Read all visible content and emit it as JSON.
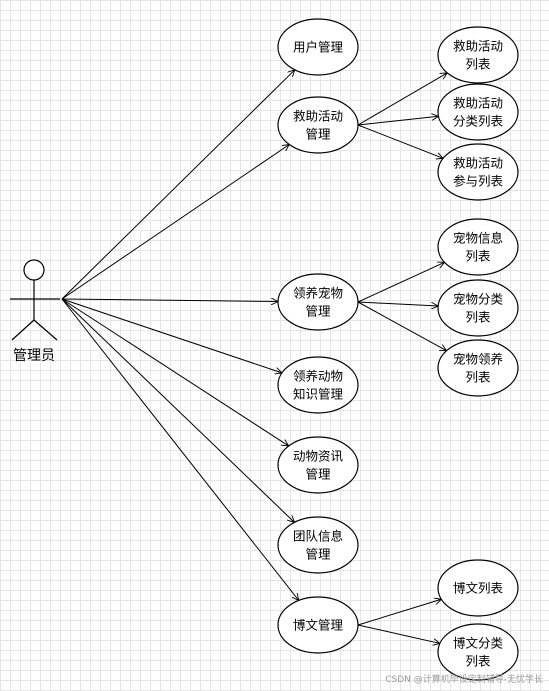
{
  "actor": {
    "label": "管理员"
  },
  "functions": [
    {
      "id": "user",
      "lines": [
        "用户管理"
      ]
    },
    {
      "id": "rescue",
      "lines": [
        "救助活动",
        "管理"
      ]
    },
    {
      "id": "adopt",
      "lines": [
        "领养宠物",
        "管理"
      ]
    },
    {
      "id": "knowledge",
      "lines": [
        "领养动物",
        "知识管理"
      ]
    },
    {
      "id": "news",
      "lines": [
        "动物资讯",
        "管理"
      ]
    },
    {
      "id": "team",
      "lines": [
        "团队信息",
        "管理"
      ]
    },
    {
      "id": "blog",
      "lines": [
        "博文管理"
      ]
    }
  ],
  "subfunctions": [
    {
      "id": "rescue-list",
      "parent": "rescue",
      "lines": [
        "救助活动",
        "列表"
      ]
    },
    {
      "id": "rescue-category",
      "parent": "rescue",
      "lines": [
        "救助活动",
        "分类列表"
      ]
    },
    {
      "id": "rescue-join",
      "parent": "rescue",
      "lines": [
        "救助活动",
        "参与列表"
      ]
    },
    {
      "id": "pet-info",
      "parent": "adopt",
      "lines": [
        "宠物信息",
        "列表"
      ]
    },
    {
      "id": "pet-category",
      "parent": "adopt",
      "lines": [
        "宠物分类",
        "列表"
      ]
    },
    {
      "id": "pet-adopt",
      "parent": "adopt",
      "lines": [
        "宠物领养",
        "列表"
      ]
    },
    {
      "id": "blog-list",
      "parent": "blog",
      "lines": [
        "博文列表"
      ]
    },
    {
      "id": "blog-category",
      "parent": "blog",
      "lines": [
        "博文分类",
        "列表"
      ]
    }
  ],
  "watermark": "CSDN @计算机毕设定制辅导-无忧学长"
}
